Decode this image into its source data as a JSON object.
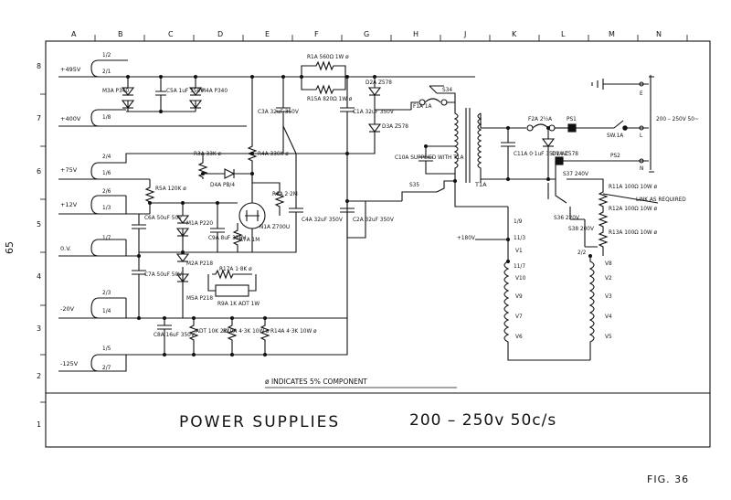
{
  "grid": {
    "columns": [
      "A",
      "B",
      "C",
      "D",
      "E",
      "F",
      "G",
      "H",
      "J",
      "K",
      "L",
      "M",
      "N"
    ],
    "rows": [
      "8",
      "7",
      "6",
      "5",
      "4",
      "3",
      "2",
      "1"
    ]
  },
  "page_number": "65",
  "title": "POWER SUPPLIES",
  "subtitle": "200 – 250v 50c/s",
  "figure_label": "FIG. 36",
  "note": "ø INDICATES 5% COMPONENT",
  "rails": [
    "+495V",
    "+400V",
    "+75V",
    "+12V",
    "0.V.",
    "-20V",
    "-125V"
  ],
  "terminals": [
    "1/2",
    "2/1",
    "1/8",
    "2/4",
    "1/6",
    "2/6",
    "1/3",
    "1/7",
    "2/3",
    "1/4",
    "1/5",
    "2/7",
    "1/9",
    "11/3",
    "11/7",
    "2/2"
  ],
  "components": {
    "m3a": "M3A P340",
    "c5a": "C5A 1uF 350V",
    "m4a": "M4A P340",
    "r1a": "R1A 560Ω 1W ø",
    "r15a": "R15A 820Ω 1W ø",
    "c3a": "C3A 32uF 350V",
    "c1a": "C1A 32uF 350V",
    "d2a": "D2A Z578",
    "d3a": "D3A Z578",
    "f1a": "F1A 1A",
    "s34": "S34",
    "r3a": "R3A 33K ø",
    "r4a": "R4A 330K ø",
    "r5a": "R5A 120K ø",
    "d4a": "D4A PB/4",
    "r6a": "R6A 2·2M",
    "n1a": "N1A Z700U",
    "r7a": "R7A 1M",
    "c4a": "C4A 32uF 350V",
    "c2a": "C2A 32uF 350V",
    "c6a": "C6A 50uF 50V",
    "m1a": "M1A P220",
    "c9a": "C9A 8uF 350V",
    "m2a": "M2A P218",
    "c7a": "C7A 50uF 50V",
    "m5a": "M5A P218",
    "r17a": "R17A 1·8K ø",
    "r9a": "R9A 1K ADT 1W",
    "c8a": "C8A 16uF 350V",
    "adt": "ADT 10K 2W",
    "r10a": "R10A 4·3K 10W ø",
    "r14a": "R14A 4·3K 10W ø",
    "c10a": "C10A SUPPLIED WITH T1A",
    "s35": "S35",
    "t1a": "T1A",
    "c11a": "C11A 0·1uF 350V AC",
    "d1a": "D1A Z578",
    "f2a": "F2A 2½A",
    "ps1": "PS1",
    "sw1a": "SW.1A",
    "ps2": "PS2",
    "mains": "200 – 250V 50~",
    "s37": "S37 240V",
    "s36": "S36 220V",
    "s38": "S38 200V",
    "r11a": "R11A 100Ω 10W ø",
    "r12a": "R12A 100Ω 10W ø",
    "r13a": "R13A 100Ω 10W ø",
    "link": "LINK AS REQUIRED",
    "plus180": "+180V",
    "secondary_left": [
      "V1",
      "V10",
      "V9",
      "V7",
      "V6"
    ],
    "secondary_right": [
      "V8",
      "V2",
      "V3",
      "V4",
      "V5"
    ],
    "mains_terms": [
      "E",
      "L",
      "N"
    ]
  }
}
